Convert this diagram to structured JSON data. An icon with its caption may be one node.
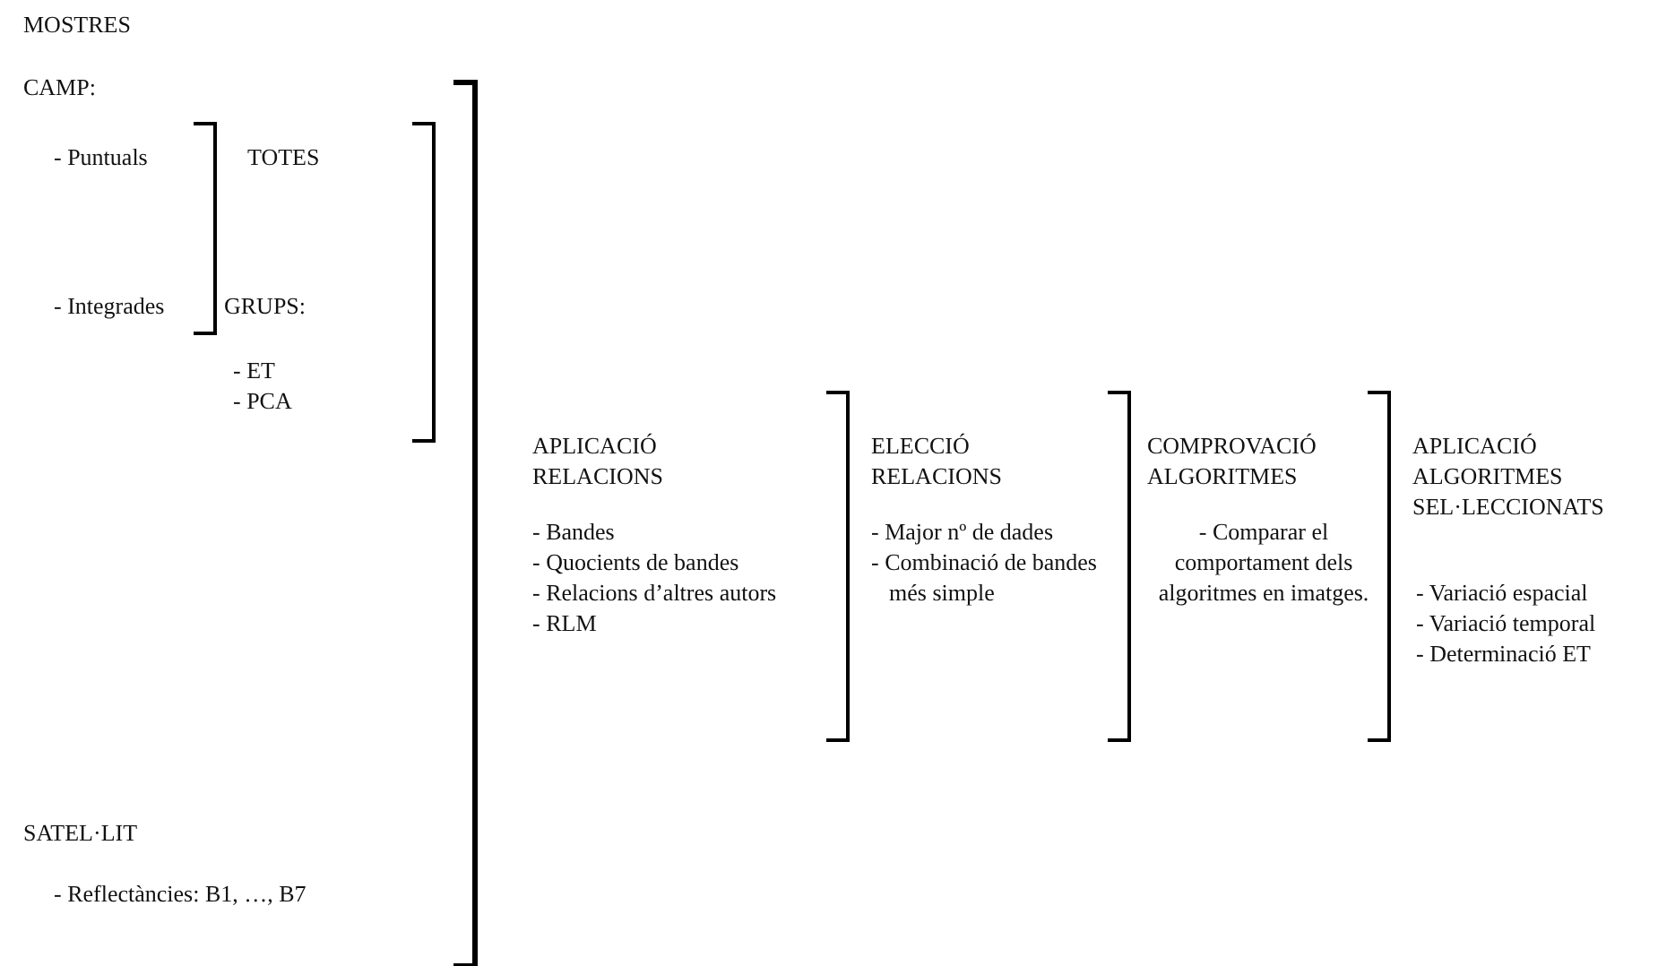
{
  "diagram": {
    "labels": [
      "MOSTRES",
      "CAMP:",
      "- Puntuals",
      "TOTES",
      "- Integrades",
      "GRUPS:",
      "- ET",
      "- PCA",
      "APLICACIÓ RELACIONS",
      "- Bandes",
      "- Quocients de bandes",
      "- Relacions d’altres autors",
      "- RLM",
      "ELECCIÓ RELACIONS",
      "- Major nº de dades",
      "- Combinació de bandes més simple",
      "COMPROVACIÓ ALGORITMES",
      "- Comparar el comportament dels algoritmes en imatges.",
      "APLICACIÓ ALGORITMES SEL·LECCIONATS",
      "- Variació espacial",
      "- Variació temporal",
      "- Determinació ET",
      "SATEL·LIT",
      "- Reflectàncies: B1, …, B7"
    ]
  }
}
